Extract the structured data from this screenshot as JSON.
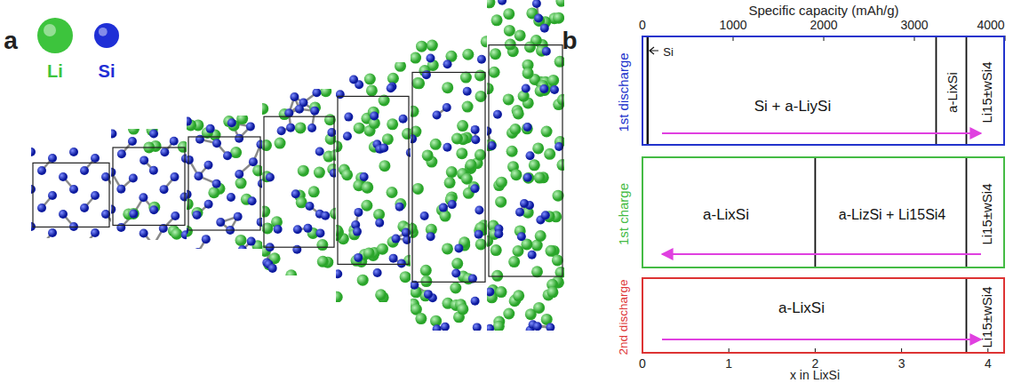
{
  "diagram": {
    "nodes": [
      {
        "text": [
          "1st discharge",
          "Si",
          "Si + a-LiySi",
          "a-LixSi",
          "Li15±wSi4"
        ]
      },
      {
        "text": [
          "1st charge",
          "a-LixSi",
          "a-LizSi + Li15Si4",
          "Li15±wSi4"
        ]
      },
      {
        "text": [
          "2nd discharge",
          "a-LixSi",
          "Li15±wSi4"
        ]
      }
    ],
    "labels": [
      "a",
      "b",
      "Specific capacity (mAh/g)",
      "0",
      "1000",
      "2000",
      "3000",
      "4000",
      "0",
      "1",
      "2",
      "3",
      "4",
      "x in LixSi"
    ],
    "legend": [
      {
        "text": "Li",
        "color": "#3dc43d"
      },
      {
        "text": "Si",
        "color": "#1f2fd6"
      }
    ]
  }
}
